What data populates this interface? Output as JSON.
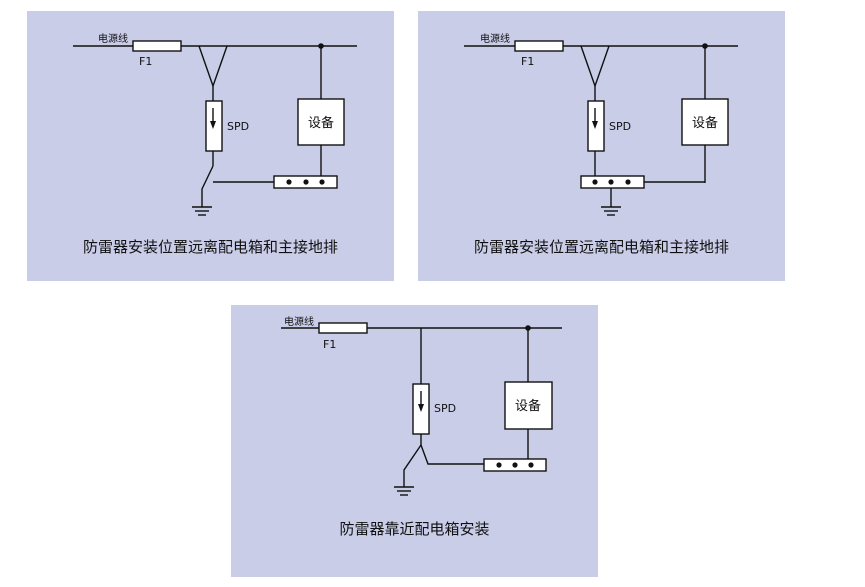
{
  "diagrams": [
    {
      "power_line_label": "电源线",
      "fuse_label": "F1",
      "spd_label": "SPD",
      "equipment_label": "设备",
      "caption": "防雷器安装位置远离配电箱和主接地排"
    },
    {
      "power_line_label": "电源线",
      "fuse_label": "F1",
      "spd_label": "SPD",
      "equipment_label": "设备",
      "caption": "防雷器安装位置远离配电箱和主接地排"
    },
    {
      "power_line_label": "电源线",
      "fuse_label": "F1",
      "spd_label": "SPD",
      "equipment_label": "设备",
      "caption": "防雷器靠近配电箱安装"
    }
  ],
  "colors": {
    "panel_background": "#c9cde8",
    "line": "#111111",
    "box_fill": "#ffffff"
  }
}
